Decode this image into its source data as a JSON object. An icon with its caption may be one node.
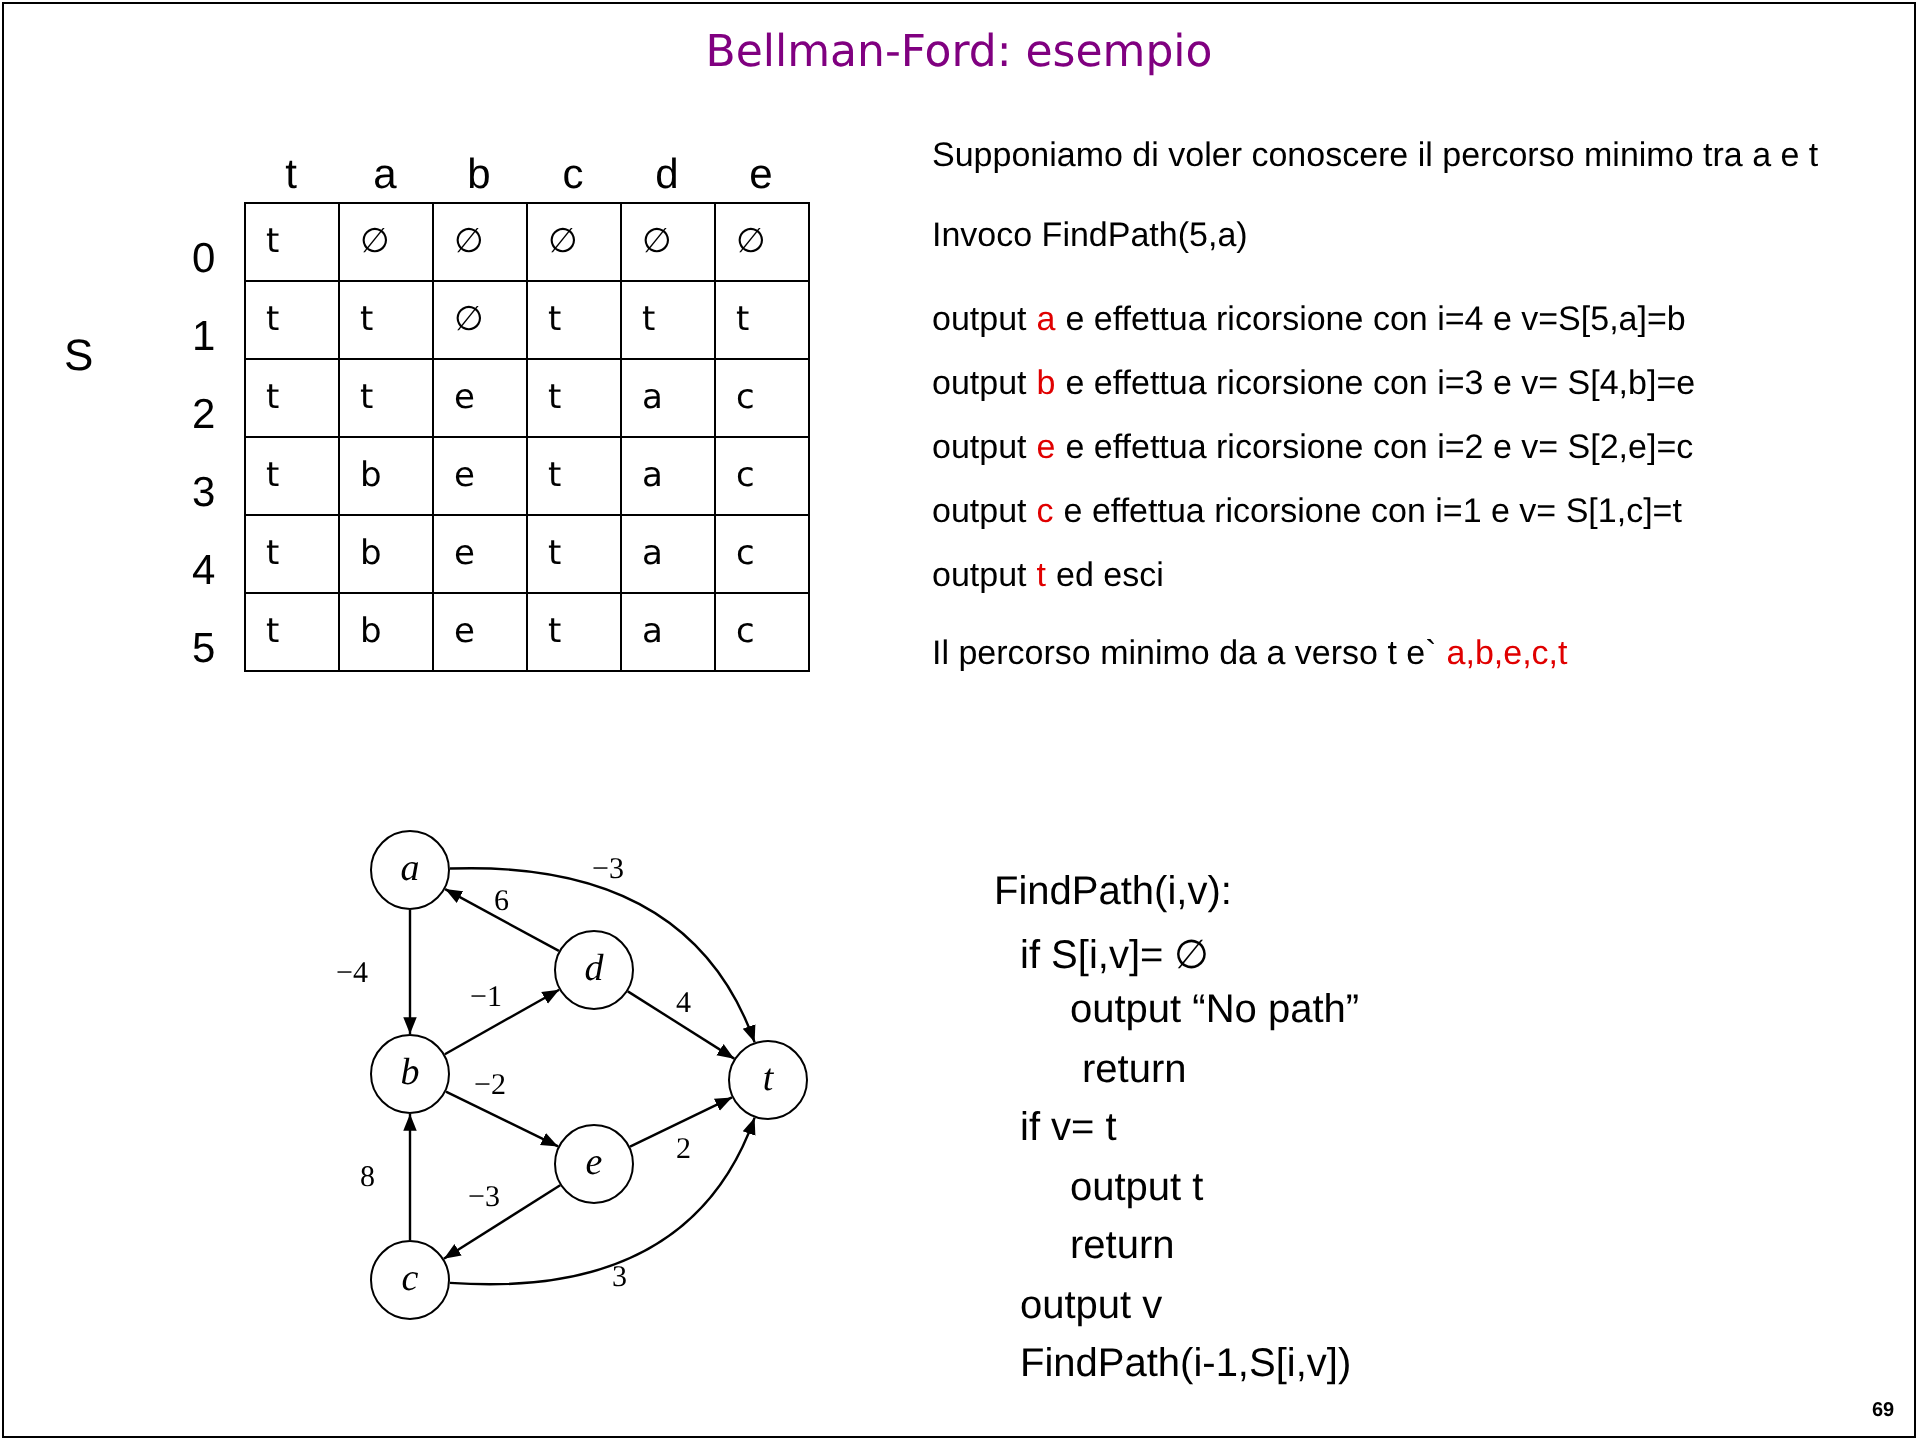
{
  "diagram": {
    "title": "Bellman-Ford: esempio",
    "nodes": [
      {
        "text": [
          "a"
        ]
      },
      {
        "text": [
          "b"
        ]
      },
      {
        "text": [
          "c"
        ]
      },
      {
        "text": [
          "d"
        ]
      },
      {
        "text": [
          "e"
        ]
      },
      {
        "text": [
          "t"
        ]
      }
    ],
    "edges": [
      {
        "from": 0,
        "to": 1,
        "arrow": "to",
        "label": "−4"
      },
      {
        "from": 0,
        "to": 5,
        "arrow": "to",
        "label": "−3"
      },
      {
        "from": 3,
        "to": 0,
        "arrow": "to",
        "label": "6"
      },
      {
        "from": 1,
        "to": 3,
        "arrow": "to",
        "label": "−1"
      },
      {
        "from": 3,
        "to": 5,
        "arrow": "to",
        "label": "4"
      },
      {
        "from": 1,
        "to": 4,
        "arrow": "to",
        "label": "−2"
      },
      {
        "from": 4,
        "to": 5,
        "arrow": "to",
        "label": "2"
      },
      {
        "from": 4,
        "to": 2,
        "arrow": "to",
        "label": "−3"
      },
      {
        "from": 2,
        "to": 1,
        "arrow": "to",
        "label": "8"
      },
      {
        "from": 2,
        "to": 5,
        "arrow": "to",
        "label": "3"
      }
    ],
    "labels": [
      "S",
      "t",
      "a",
      "b",
      "c",
      "d",
      "e",
      "0",
      "t",
      "∅",
      "∅",
      "∅",
      "∅",
      "∅",
      "1",
      "t",
      "t",
      "∅",
      "t",
      "t",
      "t",
      "2",
      "t",
      "t",
      "e",
      "t",
      "a",
      "c",
      "3",
      "t",
      "b",
      "e",
      "t",
      "a",
      "c",
      "4",
      "t",
      "b",
      "e",
      "t",
      "a",
      "c",
      "5",
      "t",
      "b",
      "e",
      "t",
      "a",
      "c",
      "Supponiamo di voler conoscere il percorso minimo tra a e t",
      "Invoco FindPath(5,a)",
      "output",
      "a",
      "e effettua ricorsione con i=4 e v=S[5,a]=b",
      "output",
      "b",
      "e effettua ricorsione con i=3 e v= S[4,b]=e",
      "output",
      "e",
      "e effettua ricorsione con i=2 e v= S[2,e]=c",
      "output",
      "c",
      "e effettua ricorsione con i=1 e v= S[1,c]=t",
      "output",
      "t",
      "ed esci",
      "Il percorso minimo da a verso t e`",
      "a,b,e,c,t",
      "FindPath(i,v):",
      "if S[i,v]= ∅",
      "output “No path”",
      "return",
      "if v= t",
      "output t",
      "return",
      "output v",
      "FindPath(i-1,S[i,v])",
      "69"
    ]
  }
}
